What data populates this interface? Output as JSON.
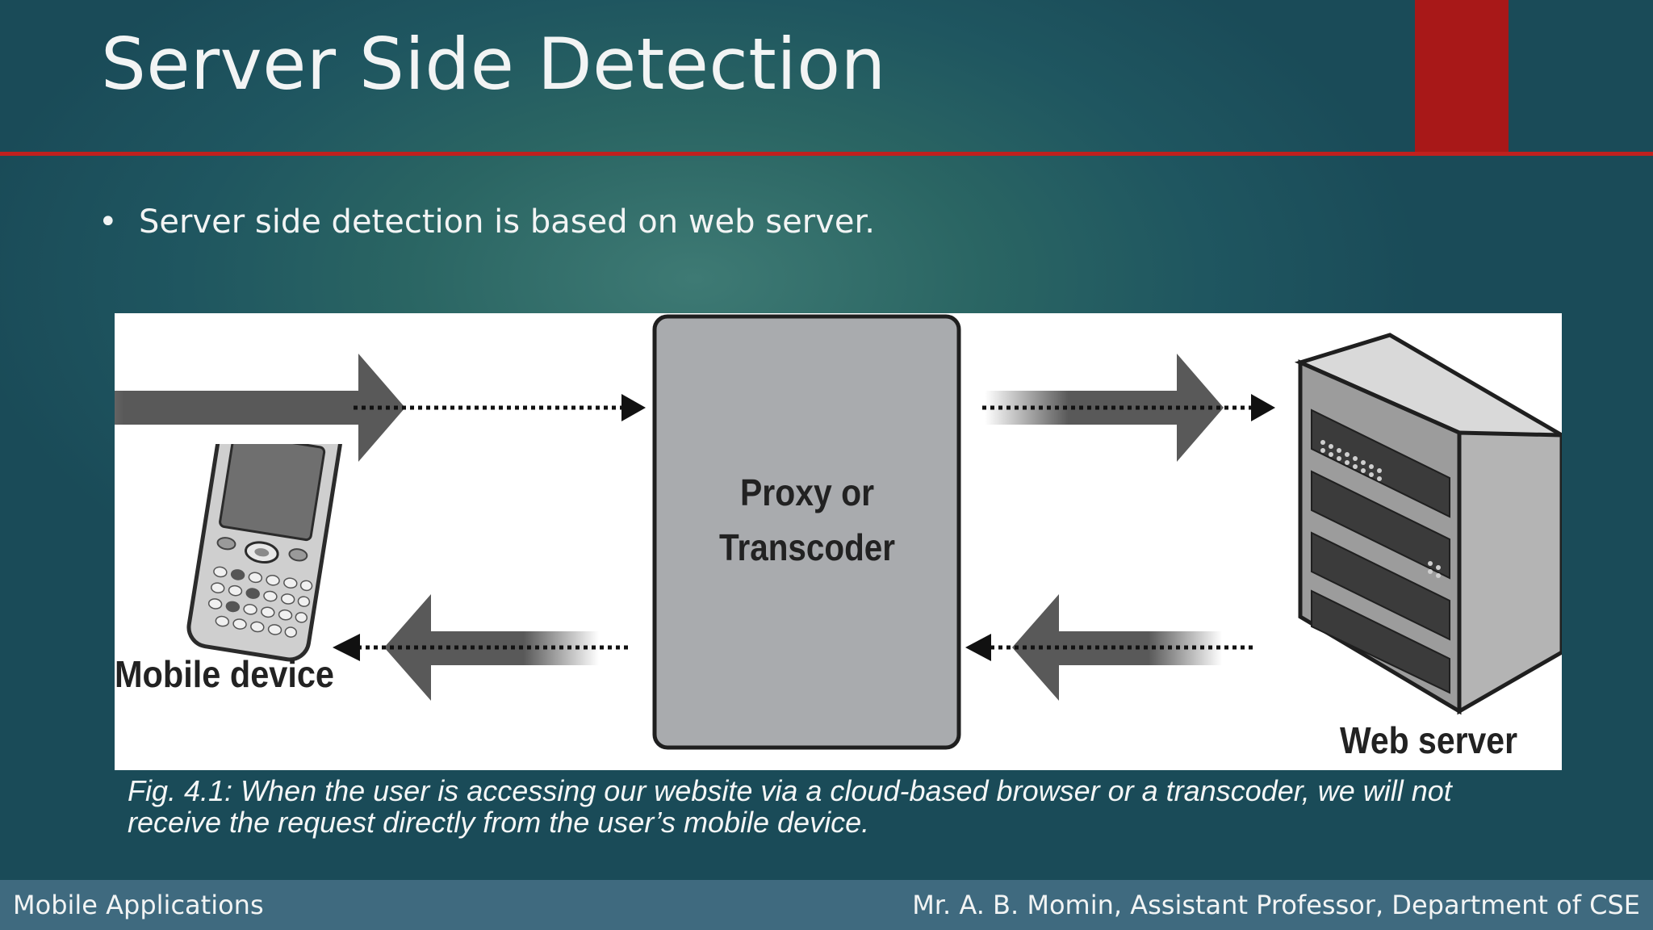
{
  "slide": {
    "title": "Server Side Detection",
    "bullet": "Server side detection is based on web server.",
    "caption_line1": "Fig. 4.1: When the user is accessing our website via a cloud-based browser or a transcoder, we will not",
    "caption_line2": "receive the request directly from the user’s mobile device."
  },
  "diagram": {
    "mobile_label": "Mobile device",
    "proxy_line1": "Proxy or",
    "proxy_line2": "Transcoder",
    "server_label": "Web server"
  },
  "footer": {
    "left": "Mobile Applications",
    "right": "Mr. A. B. Momin, Assistant Professor, Department of CSE"
  },
  "colors": {
    "accent_red": "#c0201e",
    "footer_bar": "#3f6a7f"
  }
}
